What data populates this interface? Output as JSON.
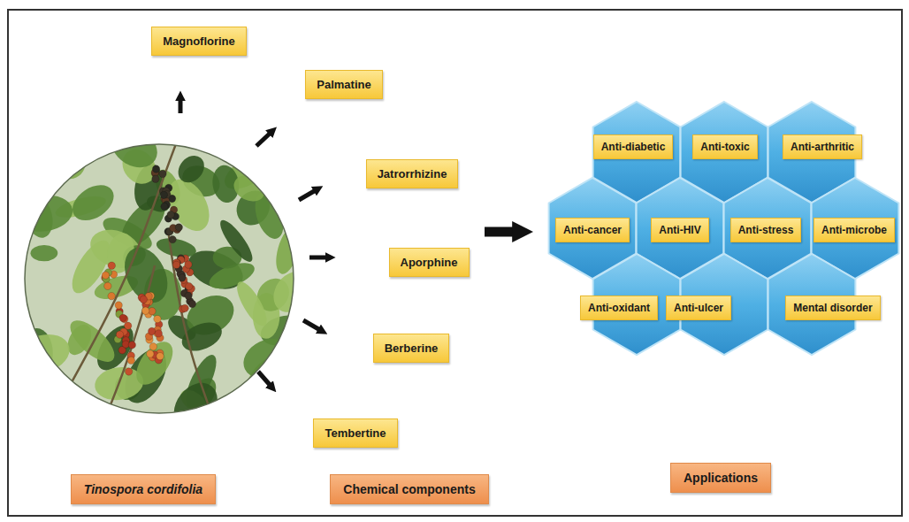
{
  "diagram": {
    "nodes": [
      {
        "text": [
          "Magnoflorine"
        ]
      },
      {
        "text": [
          "Palmatine"
        ]
      },
      {
        "text": [
          "Jatrorrhizine"
        ]
      },
      {
        "text": [
          "Aporphine"
        ]
      },
      {
        "text": [
          "Berberine"
        ]
      },
      {
        "text": [
          "Tembertine"
        ]
      },
      {
        "text": [
          "Anti-diabetic"
        ]
      },
      {
        "text": [
          "Anti-toxic"
        ]
      },
      {
        "text": [
          "Anti-arthritic"
        ]
      },
      {
        "text": [
          "Anti-cancer"
        ]
      },
      {
        "text": [
          "Anti-HIV"
        ]
      },
      {
        "text": [
          "Anti-stress"
        ]
      },
      {
        "text": [
          "Anti-microbe"
        ]
      },
      {
        "text": [
          "Anti-oxidant"
        ]
      },
      {
        "text": [
          "Anti-ulcer"
        ]
      },
      {
        "text": [
          "Mental disorder"
        ]
      },
      {
        "text": [
          "Tinospora cordifolia"
        ]
      },
      {
        "text": [
          "Chemical components"
        ]
      },
      {
        "text": [
          "Applications"
        ]
      }
    ]
  }
}
